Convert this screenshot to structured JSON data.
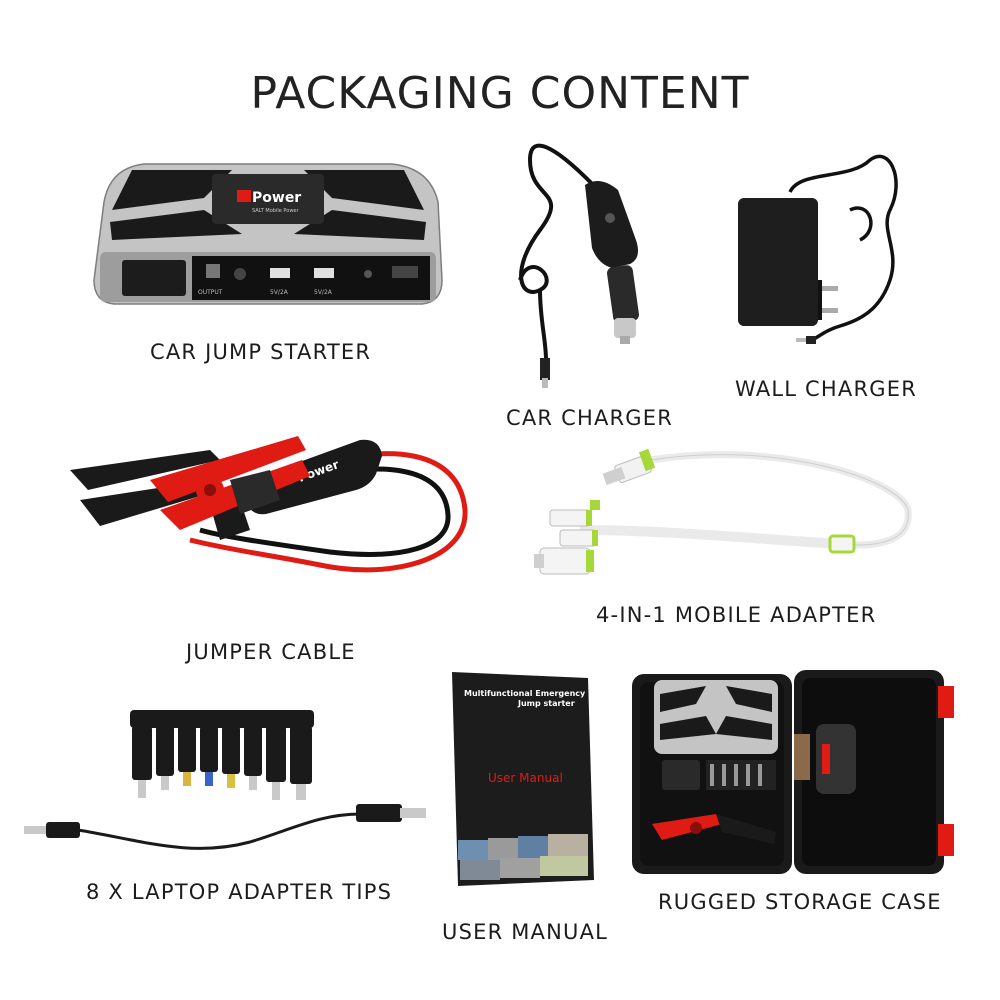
{
  "heading": "PACKAGING CONTENT",
  "items": {
    "car_jump_starter": {
      "label": "CAR JUMP STARTER",
      "brand": "Power",
      "tagline": "SALT Mobile Power",
      "port_labels": [
        "OUTPUT",
        "5V/2A",
        "5V/2A"
      ]
    },
    "car_charger": {
      "label": "CAR CHARGER"
    },
    "wall_charger": {
      "label": "WALL CHARGER"
    },
    "jumper_cable": {
      "label": "JUMPER CABLE",
      "brand": "Power"
    },
    "mobile_adapter": {
      "label": "4-IN-1 MOBILE ADAPTER"
    },
    "laptop_tips": {
      "label": "8  X  LAPTOP ADAPTER TIPS"
    },
    "user_manual": {
      "label": "USER MANUAL",
      "cover_line1": "Multifunctional Emergency",
      "cover_line2": "Jump starter",
      "cover_title": "User Manual"
    },
    "storage_case": {
      "label": "RUGGED STORAGE CASE"
    }
  },
  "colors": {
    "clamp_red": "#e01b14",
    "clamp_black": "#1a1a1a",
    "adapter_green": "#a6d83a",
    "device_silver": "#bdbdbd"
  }
}
